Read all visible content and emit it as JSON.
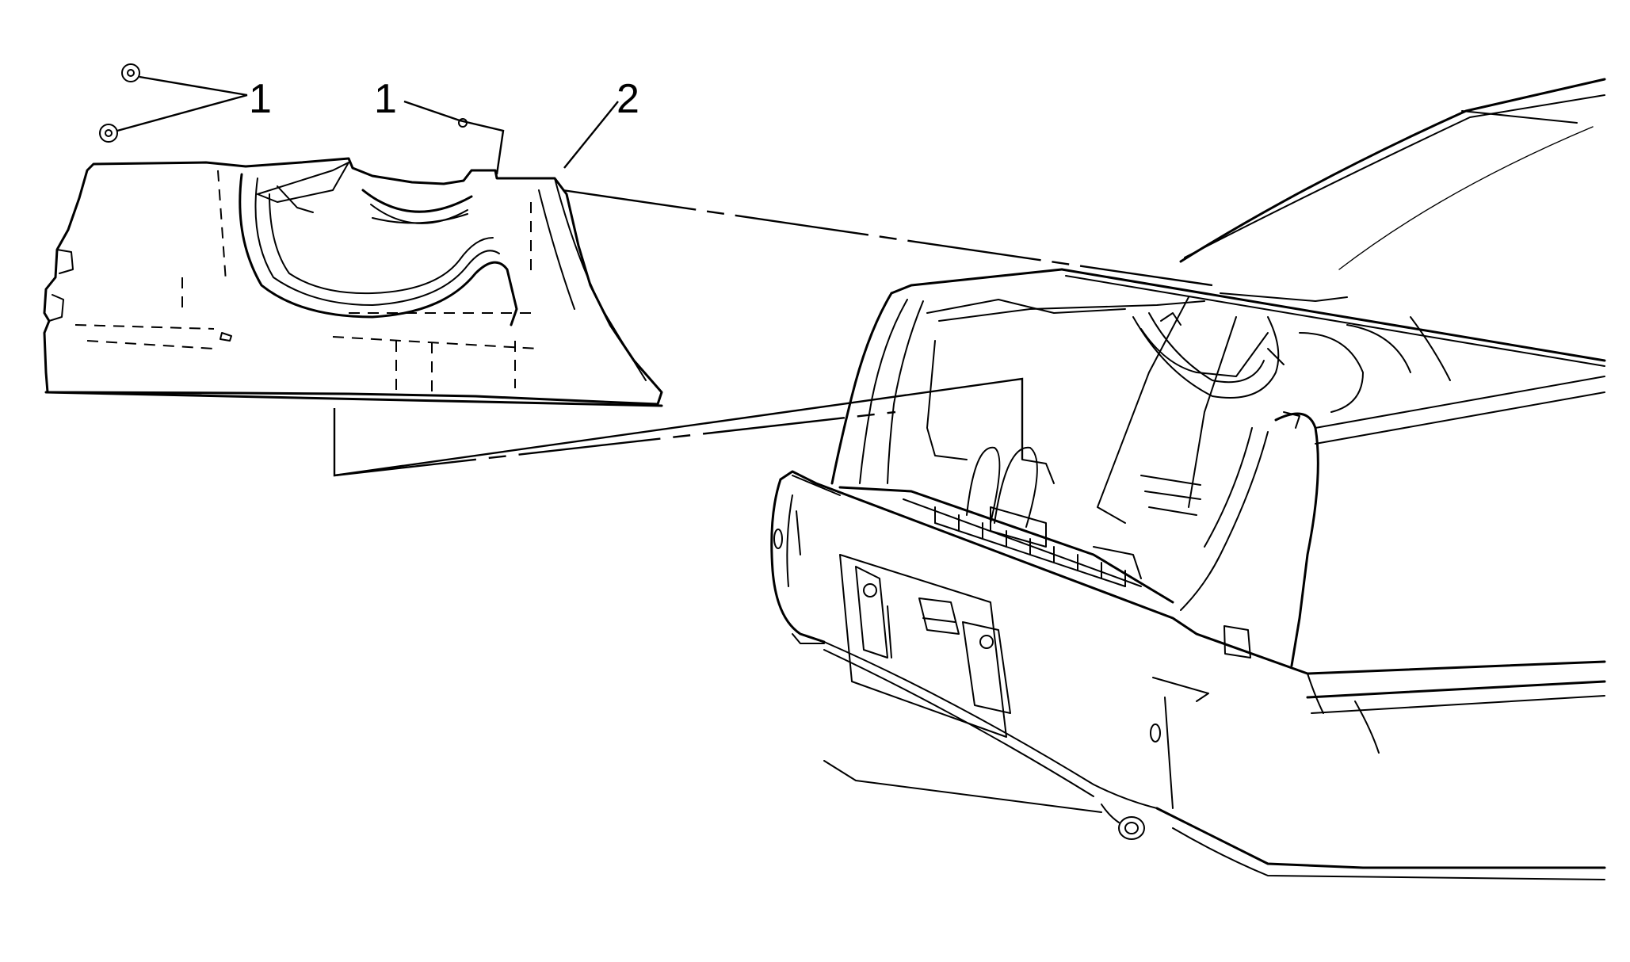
{
  "callouts": {
    "fastener_label_left": "1",
    "fastener_label_center": "1",
    "trim_panel_label": "2"
  },
  "colors": {
    "ink": "#000000",
    "background": "#ffffff"
  }
}
